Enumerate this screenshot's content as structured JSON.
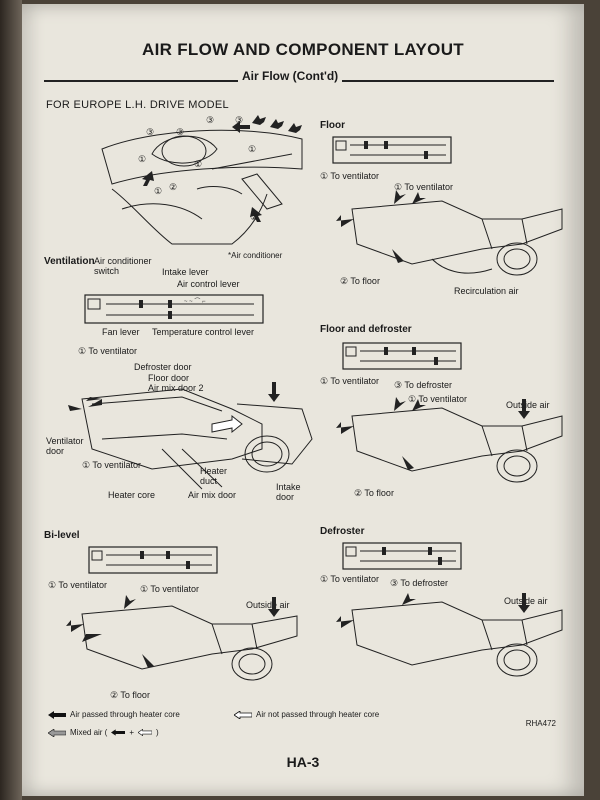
{
  "page": {
    "title": "AIR FLOW AND COMPONENT LAYOUT",
    "subtitle": "Air Flow (Cont'd)",
    "model": "FOR EUROPE L.H. DRIVE MODEL",
    "footer": "HA-3",
    "code": "RHA472"
  },
  "top_diagram": {
    "note": "*Air conditioner",
    "markers": [
      "3",
      "3",
      "3",
      "3",
      "1",
      "1",
      "1",
      "1",
      "2",
      "2"
    ]
  },
  "ventilation": {
    "section_label": "Ventilation",
    "labels": {
      "ac_switch": "Air conditioner switch",
      "intake_lever": "Intake lever",
      "air_control": "Air control lever",
      "fan_lever": "Fan lever",
      "temp_lever": "Temperature control lever",
      "to_vent_1": "To ventilator",
      "defroster_door": "Defroster door",
      "floor_door": "Floor door",
      "air_mix_door2": "Air mix door 2",
      "ventilator_door": "Ventilator door",
      "to_vent_2": "To ventilator",
      "heater_core": "Heater core",
      "heater_duct": "Heater duct",
      "air_mix_door": "Air mix door",
      "intake_door": "Intake door"
    }
  },
  "floor": {
    "section_label": "Floor",
    "labels": {
      "to_vent_a": "To ventilator",
      "to_vent_b": "To ventilator",
      "to_floor": "To floor",
      "recirc": "Recirculation air"
    }
  },
  "floor_defroster": {
    "section_label": "Floor and defroster",
    "labels": {
      "to_vent_a": "To ventilator",
      "to_defroster": "To defroster",
      "to_vent_b": "To ventilator",
      "outside_air": "Outside air",
      "to_floor": "To floor"
    }
  },
  "bilevel": {
    "section_label": "Bi-level",
    "labels": {
      "to_vent_a": "To ventilator",
      "to_vent_b": "To ventilator",
      "outside_air": "Outside air",
      "to_floor": "To floor"
    }
  },
  "defroster": {
    "section_label": "Defroster",
    "labels": {
      "to_vent": "To ventilator",
      "to_defroster": "To defroster",
      "outside_air": "Outside air"
    }
  },
  "legend": {
    "heated": "Air passed through heater core",
    "not_heated": "Air not passed through heater core",
    "mixed_prefix": "Mixed air (",
    "mixed_plus": "+",
    "mixed_suffix": ")"
  },
  "circled": {
    "one": "①",
    "two": "②",
    "three": "③"
  }
}
